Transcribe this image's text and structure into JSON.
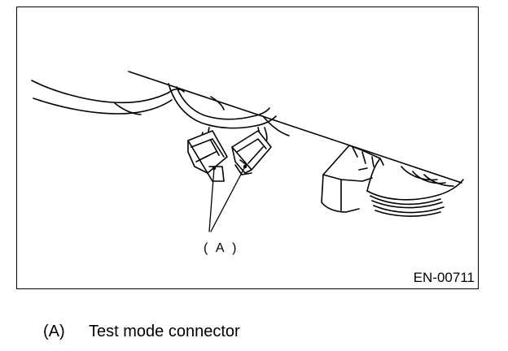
{
  "figure": {
    "callout_label": "( A )",
    "figure_code": "EN-00711"
  },
  "legend": {
    "items": [
      {
        "key": "(A)",
        "text": "Test mode connector"
      }
    ]
  },
  "colors": {
    "line": "#000000",
    "background": "#ffffff"
  }
}
